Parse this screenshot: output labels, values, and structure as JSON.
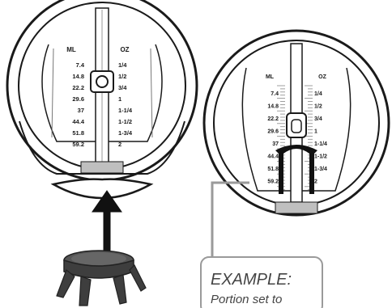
{
  "cup_left": {
    "ml_header": "ML",
    "oz_header": "OZ",
    "ml_values": [
      "7.4",
      "14.8",
      "22.2",
      "29.6",
      "37",
      "44.4",
      "51.8",
      "59.2"
    ],
    "oz_values": [
      "1/4",
      "1/2",
      "3/4",
      "1",
      "1-1/4",
      "1-1/2",
      "1-3/4",
      "2"
    ]
  },
  "cup_right": {
    "ml_header": "ML",
    "oz_header": "OZ",
    "ml_values": [
      "7.4",
      "14.8",
      "22.2",
      "29.6",
      "37",
      "44.4",
      "51.8",
      "59.2"
    ],
    "oz_values": [
      "1/4",
      "1/2",
      "3/4",
      "1",
      "1-1/4",
      "1-1/2",
      "1-3/4",
      "2"
    ]
  },
  "callout": {
    "title": "EXAMPLE:",
    "text": "Portion set to"
  },
  "colors": {
    "outline": "#1a1a1a",
    "gray_band": "#bfbfbf",
    "callout_border": "#9a9a9a",
    "stand": "#4a4a4a"
  }
}
